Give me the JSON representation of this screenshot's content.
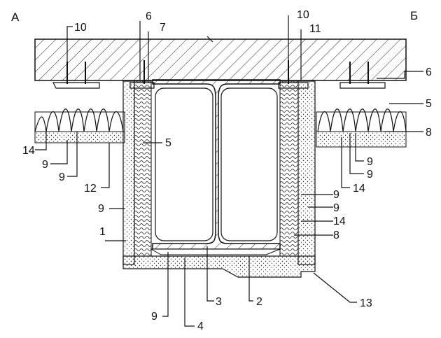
{
  "corners": {
    "left": "А",
    "right": "Б"
  },
  "callouts": {
    "c10_left": "10",
    "c6_top": "6",
    "c7": "7",
    "c10_right": "10",
    "c11": "11",
    "c6_right": "6",
    "c5_right": "5",
    "c8_right": "8",
    "c14_left": "14",
    "c9_left_a": "9",
    "c9_left_b": "9",
    "c5_mid": "5",
    "c12": "12",
    "c9_left_c": "9",
    "c1": "1",
    "c9_right_a": "9",
    "c9_right_b": "9",
    "c14_right_a": "14",
    "c9_right_c": "9",
    "c9_right_d": "9",
    "c14_right_b": "14",
    "c8_right_b": "8",
    "c9_bottom": "9",
    "c4": "4",
    "c3": "3",
    "c2": "2",
    "c13": "13"
  }
}
